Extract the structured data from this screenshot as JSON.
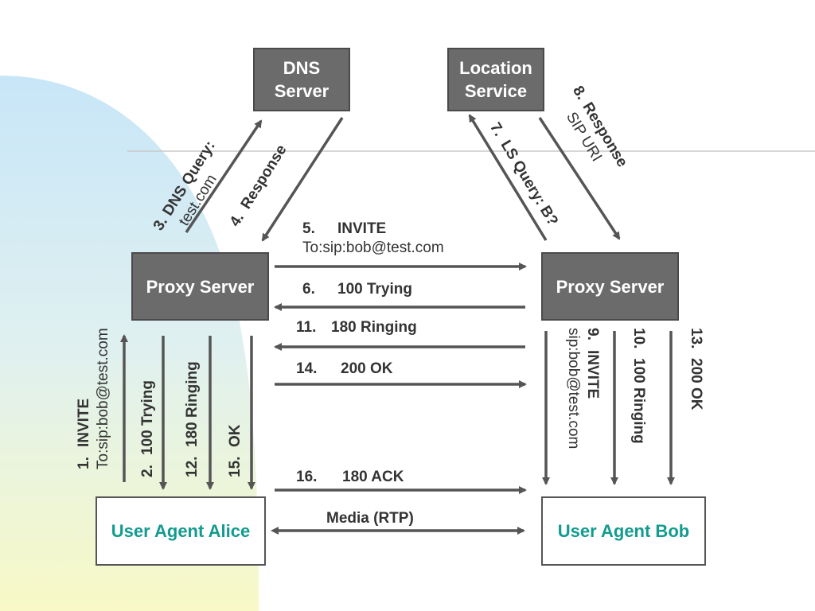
{
  "nodes": {
    "dns_server": "DNS\nServer",
    "location_service": "Location\nService",
    "proxy_left": "Proxy Server",
    "proxy_right": "Proxy Server",
    "ua_alice": "User Agent Alice",
    "ua_bob": "User Agent Bob"
  },
  "messages": {
    "m1_num": "1.",
    "m1_title": "INVITE",
    "m1_detail": "To:sip:bob@test.com",
    "m2_num": "2.",
    "m2_title": "100 Trying",
    "m3_num": "3.",
    "m3_title": "DNS Query:",
    "m3_detail": "test.com",
    "m4_num": "4.",
    "m4_title": "Response",
    "m5_num": "5.",
    "m5_title": "INVITE",
    "m5_detail": "To:sip:bob@test.com",
    "m6_num": "6.",
    "m6_title": "100 Trying",
    "m7_num": "7.",
    "m7_title": "LS Query: B?",
    "m8_num": "8.",
    "m8_title": "Response",
    "m8_detail": "SIP URI",
    "m9_num": "9.",
    "m9_title": "INVITE",
    "m9_detail": "sip:bob@test.com",
    "m10_num": "10.",
    "m10_title": "100 Ringing",
    "m11_num": "11.",
    "m11_title": "180 Ringing",
    "m12_num": "12.",
    "m12_title": "180 Ringing",
    "m13_num": "13.",
    "m13_title": "200 OK",
    "m14_num": "14.",
    "m14_title": "200 OK",
    "m15_num": "15.",
    "m15_title": "OK",
    "m16_num": "16.",
    "m16_title": "180 ACK",
    "media": "Media (RTP)"
  },
  "colors": {
    "box_gray": "#6b6b6b",
    "ua_text": "#139b8f",
    "arrow": "#555555",
    "bg_blue": "#cfe9f7",
    "bg_yellow": "#f7f9c8"
  }
}
